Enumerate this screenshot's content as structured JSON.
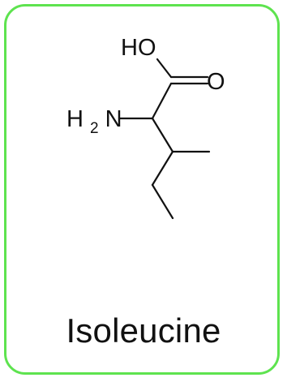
{
  "card": {
    "border_color": "#5ee34f",
    "molecule_name": "Isoleucine"
  },
  "molecule": {
    "labels": {
      "hydroxyl": "HO",
      "carbonyl_oxygen": "O",
      "amine_h": "H",
      "amine_subscript": "2",
      "amine_n": "N"
    }
  }
}
